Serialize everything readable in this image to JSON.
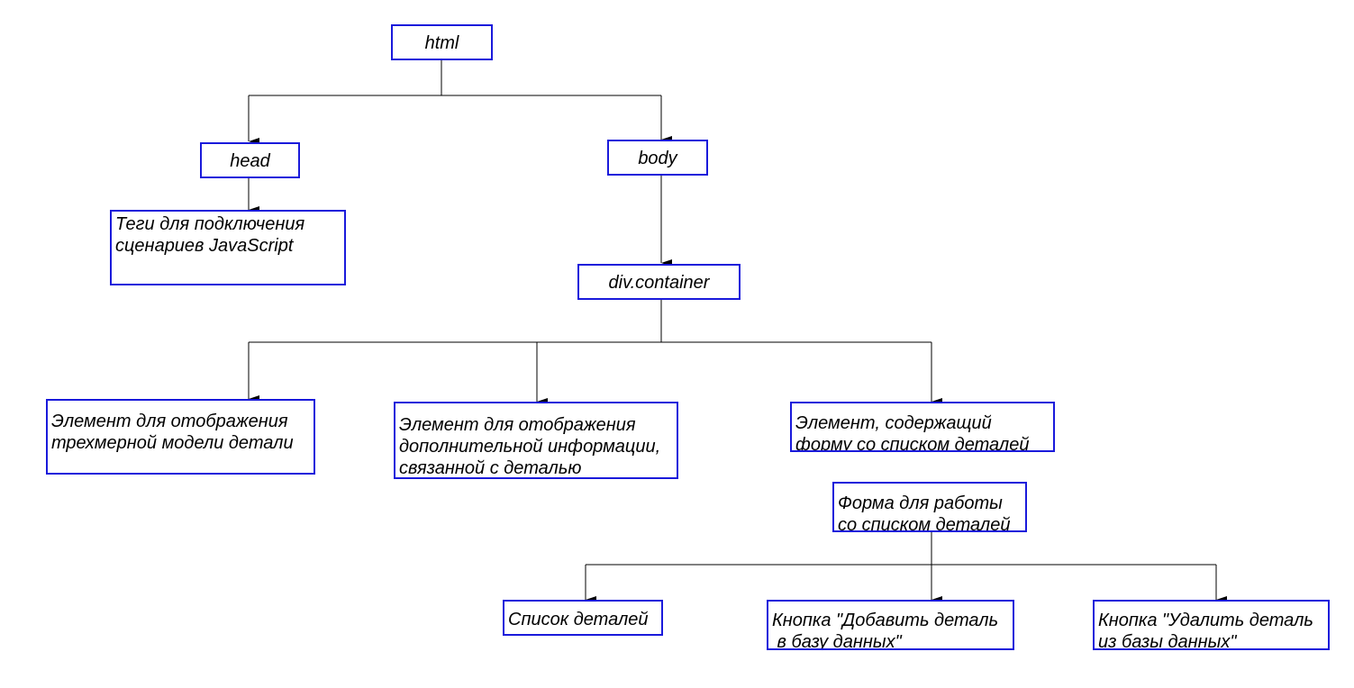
{
  "diagram": {
    "colors": {
      "box_border": "#1a1adb",
      "connector": "#000000"
    },
    "nodes": {
      "html": "html",
      "head": "head",
      "body": "body",
      "head_scripts": "Теги для подключения\nсценариев JavaScript",
      "div_container": "div.container",
      "model_element": "Элемент для отображения\nтрехмерной модели детали",
      "info_element": "Элемент для отображения\nдополнительной информации,\nсвязанной с деталью",
      "form_container": "Элемент, содержащий\nформу со списком деталей",
      "form": "Форма для работы\nсо списком деталей",
      "parts_list": "Список деталей",
      "add_button": "Кнопка \"Добавить деталь\n в базу данных\"",
      "delete_button": "Кнопка \"Удалить деталь\nиз базы данных\""
    }
  }
}
